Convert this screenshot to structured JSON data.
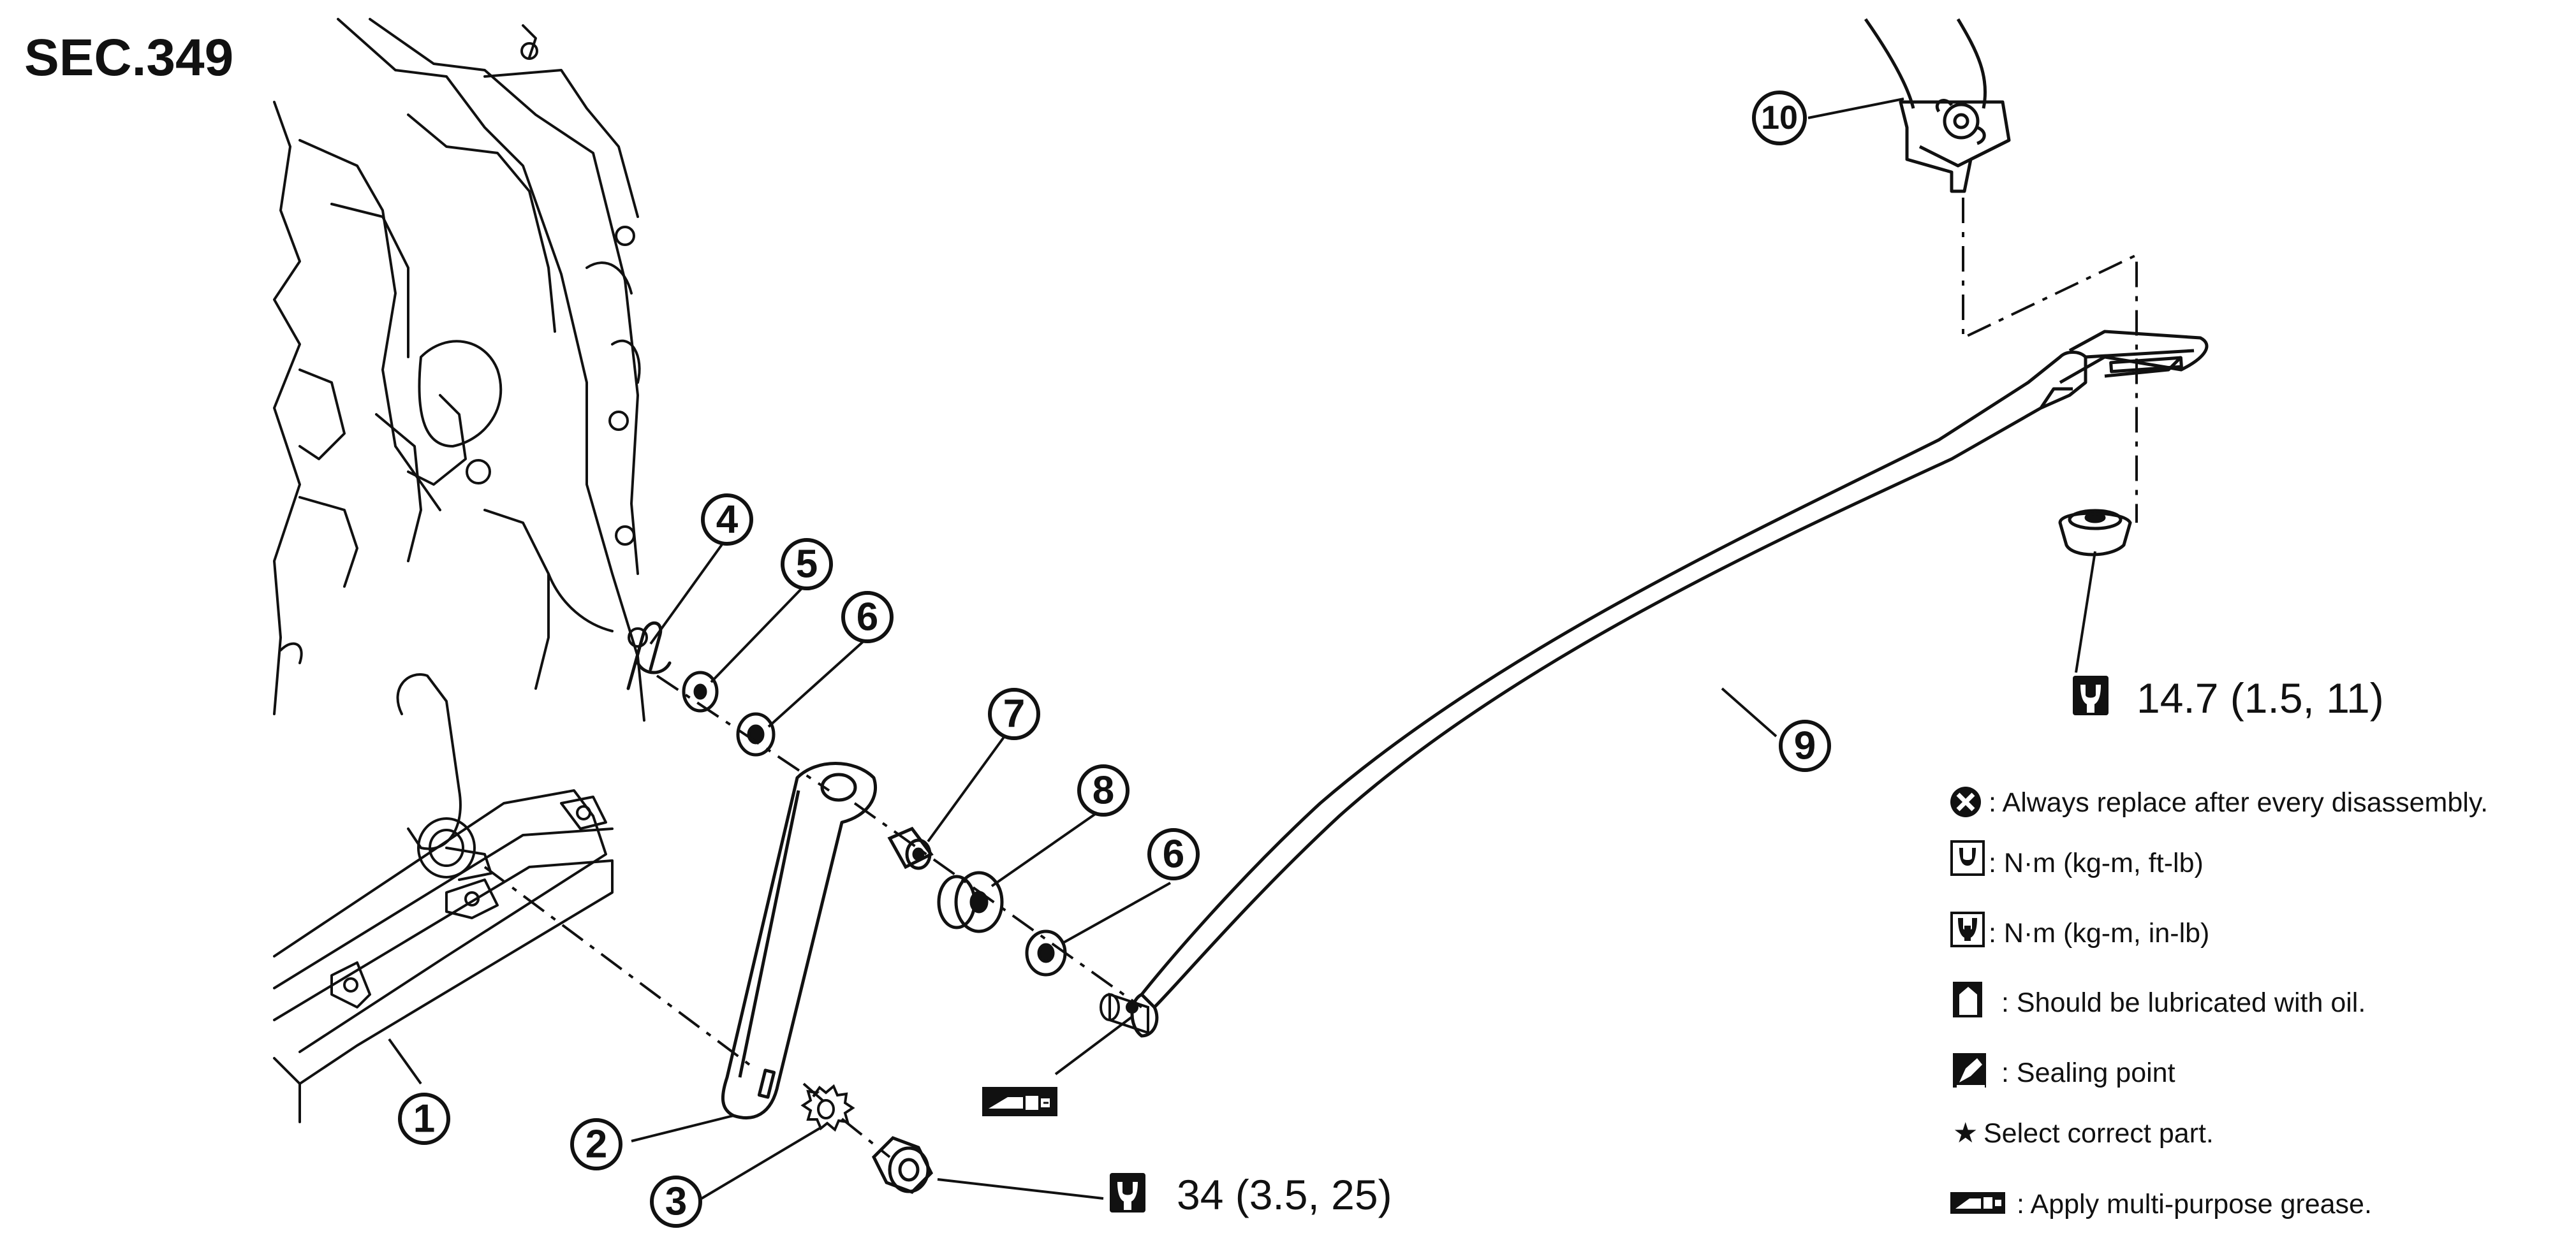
{
  "section": "SEC.349",
  "callouts": [
    {
      "id": "1",
      "label": "1"
    },
    {
      "id": "2",
      "label": "2"
    },
    {
      "id": "3",
      "label": "3"
    },
    {
      "id": "4",
      "label": "4"
    },
    {
      "id": "5",
      "label": "5"
    },
    {
      "id": "6a",
      "label": "6"
    },
    {
      "id": "7",
      "label": "7"
    },
    {
      "id": "8",
      "label": "8"
    },
    {
      "id": "6b",
      "label": "6"
    },
    {
      "id": "9",
      "label": "9"
    },
    {
      "id": "10",
      "label": "10"
    }
  ],
  "torques": {
    "nut": "34 (3.5, 25)",
    "bolt": "14.7 (1.5, 11)"
  },
  "legend": [
    {
      "icon": "replace-icon",
      "text": ": Always replace after every disassembly."
    },
    {
      "icon": "torque-ftlb-icon",
      "text": ": N·m (kg-m, ft-lb)"
    },
    {
      "icon": "torque-inlb-icon",
      "text": ": N·m (kg-m, in-lb)"
    },
    {
      "icon": "oil-icon",
      "text": ": Should be lubricated with oil."
    },
    {
      "icon": "sealing-icon",
      "text": ": Sealing point"
    },
    {
      "icon": "star-icon",
      "text": "Select correct part."
    },
    {
      "icon": "grease-icon",
      "text": ": Apply multi-purpose grease."
    }
  ]
}
